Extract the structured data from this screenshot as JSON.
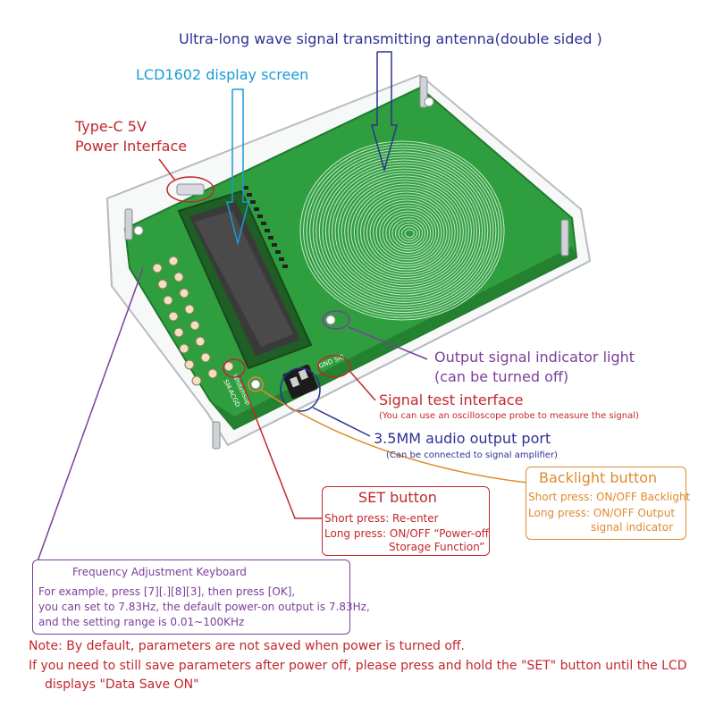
{
  "labels": {
    "antenna": "Ultra-long wave signal transmitting antenna(double sided )",
    "lcd": "LCD1602 display screen",
    "power_line1": "Type-C 5V",
    "power_line2": "Power Interface",
    "indicator_line1": "Output signal indicator light",
    "indicator_line2": "(can be turned off)",
    "signal_test": "Signal test interface",
    "signal_test_sub": "(You can use an oscilloscope probe to measure the signal)",
    "audio": "3.5MM audio output port",
    "audio_sub": "(Can be connected to signal amplifier)"
  },
  "backlight": {
    "title": "Backlight button",
    "line1": "Short press: ON/OFF Backlight",
    "line2": "Long press: ON/OFF Output",
    "line3": "signal indicator"
  },
  "set_button": {
    "title": "SET button",
    "line1": "Short press: Re-enter",
    "line2": "Long press: ON/OFF “Power-off",
    "line3": "Storage Function”"
  },
  "keyboard": {
    "title": "Frequency Adjustment Keyboard",
    "line1": "For example, press [7][.][8][3], then press [OK],",
    "line2": "you can set to 7.83Hz, the default power-on output is 7.83Hz,",
    "line3": "and the setting range is 0.01~100KHz"
  },
  "note": {
    "line1": "Note: By default, parameters are not saved when power is turned off.",
    "line2": "If you need to still save parameters after power off, please press and hold the \"SET\" button until the LCD",
    "line3": "displays \"Data Save ON\""
  },
  "board_text": {
    "gnd_sig": "GND SIG",
    "brand": "Whitehsup",
    "model": "SM-ACGD"
  },
  "colors": {
    "antenna_label": "#2e3192",
    "lcd_label": "#1b9ad6",
    "red_label": "#c1272d",
    "purple_label": "#7b3f9a",
    "orange_label": "#e08a2e",
    "blue_label": "#2e3192",
    "pcb_green": "#2f9e3f"
  }
}
